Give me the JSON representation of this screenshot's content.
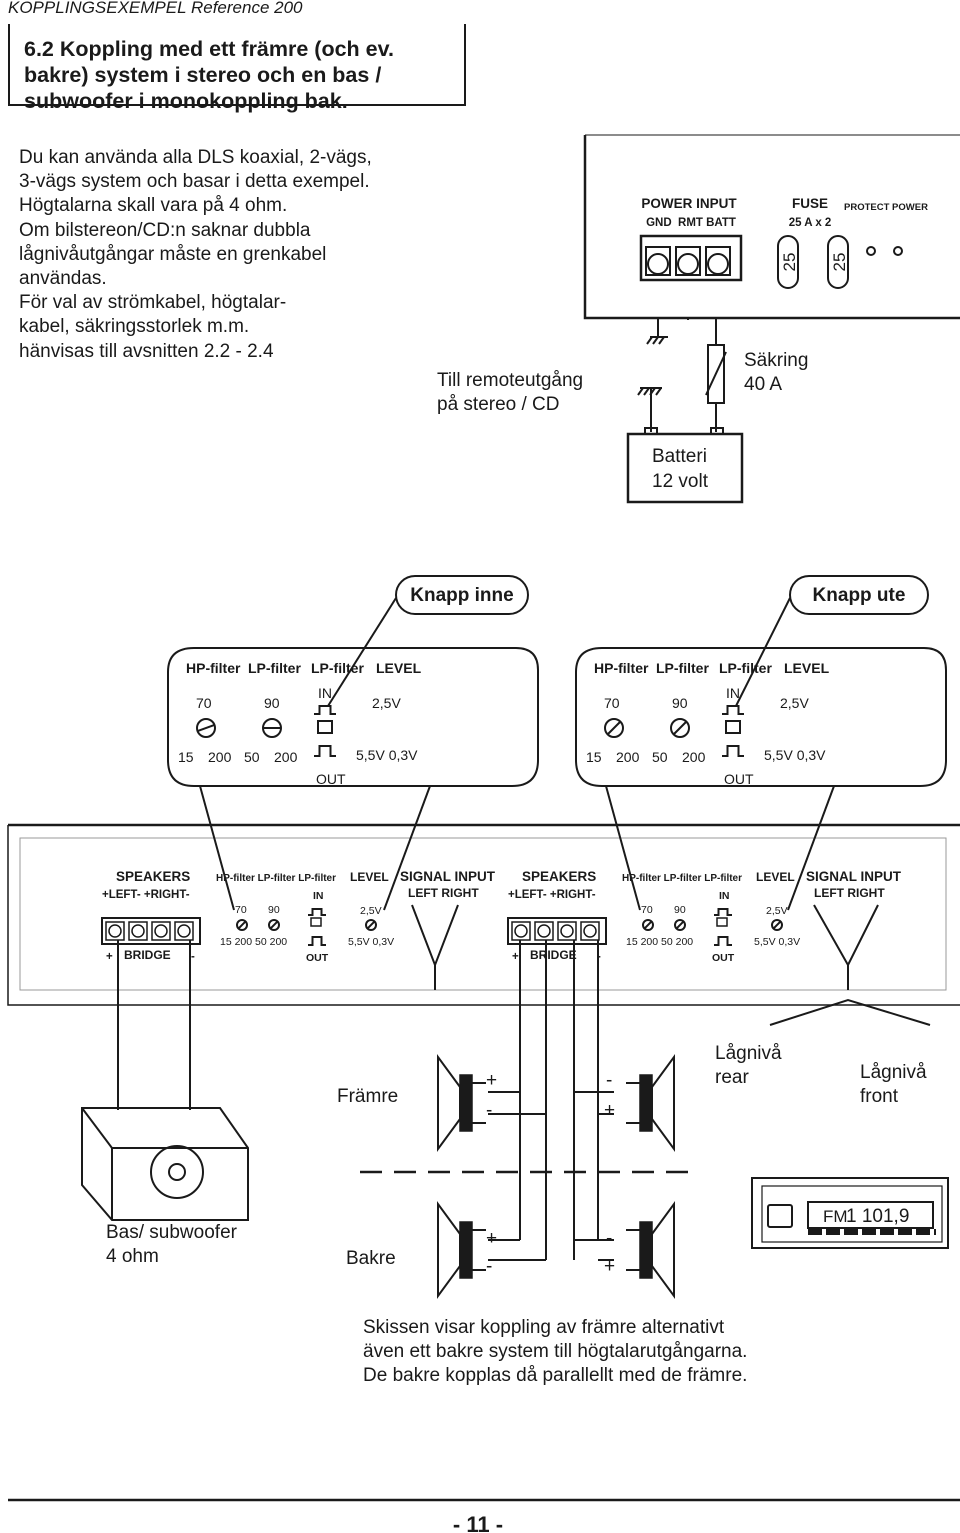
{
  "header": {
    "running_title": "KOPPLINGSEXEMPEL Reference 200"
  },
  "title_lines": [
    "6.2 Koppling med ett främre (och ev.",
    "bakre) system i stereo och en bas /",
    "subwoofer i monokoppling bak."
  ],
  "intro_lines": [
    "Du kan använda alla DLS koaxial, 2-vägs,",
    "3-vägs system och basar i detta exempel.",
    "Högtalarna skall vara på 4 ohm.",
    "Om bilstereon/CD:n saknar dubbla",
    "lågnivåutgångar måste en grenkabel",
    "användas.",
    "För val av strömkabel, högtalar-",
    "kabel, säkringsstorlek m.m.",
    "hänvisas till avsnitten 2.2 - 2.4"
  ],
  "power_panel": {
    "power_input": "POWER INPUT",
    "terminals": "GND  RMT BATT",
    "fuse": "FUSE",
    "fuse_rating": "25 A x 2",
    "fuse_value": "25",
    "protect_power": "PROTECT POWER"
  },
  "remote_label": [
    "Till remoteutgång",
    "på stereo / CD"
  ],
  "fuse_label": [
    "Säkring",
    "40 A"
  ],
  "battery_label": [
    "Batteri",
    "12 volt"
  ],
  "callouts": {
    "in": "Knapp inne",
    "out": "Knapp ute"
  },
  "control_panel": {
    "headers": [
      "HP-filter",
      "LP-filter",
      "LP-filter",
      "LEVEL"
    ],
    "freq_top": [
      "70",
      "90"
    ],
    "freq_bottom": [
      "15",
      "200",
      "50",
      "200"
    ],
    "in": "IN",
    "out": "OUT",
    "level_top": "2,5V",
    "level_bottom": "5,5V  0,3V"
  },
  "amp_strip": {
    "speakers": "SPEAKERS",
    "left_right": "+LEFT-  +RIGHT-",
    "bridge": "BRIDGE",
    "plus": "+",
    "minus": "-",
    "filters": "HP-filter LP-filter LP-filter",
    "level": "LEVEL",
    "signal_input": "SIGNAL INPUT",
    "lr_input": "LEFT   RIGHT",
    "freq_top": [
      "70",
      "90"
    ],
    "freq_bottom": "15  200   50  200",
    "in": "IN",
    "out": "OUT",
    "level_top": "2,5V",
    "level_bottom": "5,5V  0,3V"
  },
  "speakers": {
    "front": "Främre",
    "rear": "Bakre",
    "plus": "+",
    "minus": "-",
    "sub_label": [
      "Bas/ subwoofer",
      "4 ohm"
    ],
    "low_rear": [
      "Lågnivå",
      "rear"
    ],
    "low_front": [
      "Lågnivå",
      "front"
    ]
  },
  "radio_display": {
    "band": "FM",
    "freq": "1 101,9"
  },
  "caption_lines": [
    "Skissen visar koppling av främre alternativt",
    "även ett bakre system till högtalarutgångarna.",
    "De bakre kopplas då parallellt med de främre."
  ],
  "page_number": "- 11 -"
}
